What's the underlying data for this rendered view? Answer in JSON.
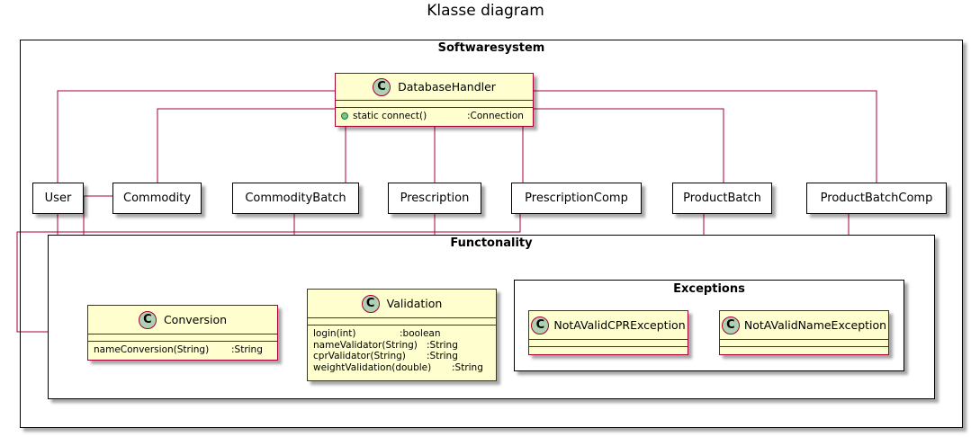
{
  "diagram": {
    "title": "Klasse diagram",
    "package_outer": "Softwaresystem",
    "package_functionality": "Functonality",
    "package_exceptions": "Exceptions"
  },
  "classes": {
    "database_handler": {
      "badge": "C",
      "name": "DatabaseHandler",
      "methods": [
        {
          "sig": "static connect()",
          "ret": ":Connection"
        }
      ]
    },
    "conversion": {
      "badge": "C",
      "name": "Conversion",
      "methods": [
        {
          "sig": "nameConversion(String)",
          "ret": ":String"
        }
      ]
    },
    "validation": {
      "badge": "C",
      "name": "Validation",
      "methods": [
        {
          "sig": "login(int)",
          "ret": ":boolean"
        },
        {
          "sig": "nameValidator(String)",
          "ret": ":String"
        },
        {
          "sig": "cprValidator(String)",
          "ret": ":String"
        },
        {
          "sig": "weightValidation(double)",
          "ret": ":String"
        }
      ]
    },
    "not_a_valid_cpr_exception": {
      "badge": "C",
      "name": "NotAValidCPRException"
    },
    "not_a_valid_name_exception": {
      "badge": "C",
      "name": "NotAValidNameException"
    }
  },
  "components": {
    "user": "User",
    "commodity": "Commodity",
    "commodity_batch": "CommodityBatch",
    "prescription": "Prescription",
    "prescription_comp": "PrescriptionComp",
    "product_batch": "ProductBatch",
    "product_batch_comp": "ProductBatchComp"
  },
  "colors": {
    "class_fill": "#FEFECE",
    "class_border": "#A80036",
    "badge_fill": "#ADD1B2",
    "link": "#A80036"
  }
}
